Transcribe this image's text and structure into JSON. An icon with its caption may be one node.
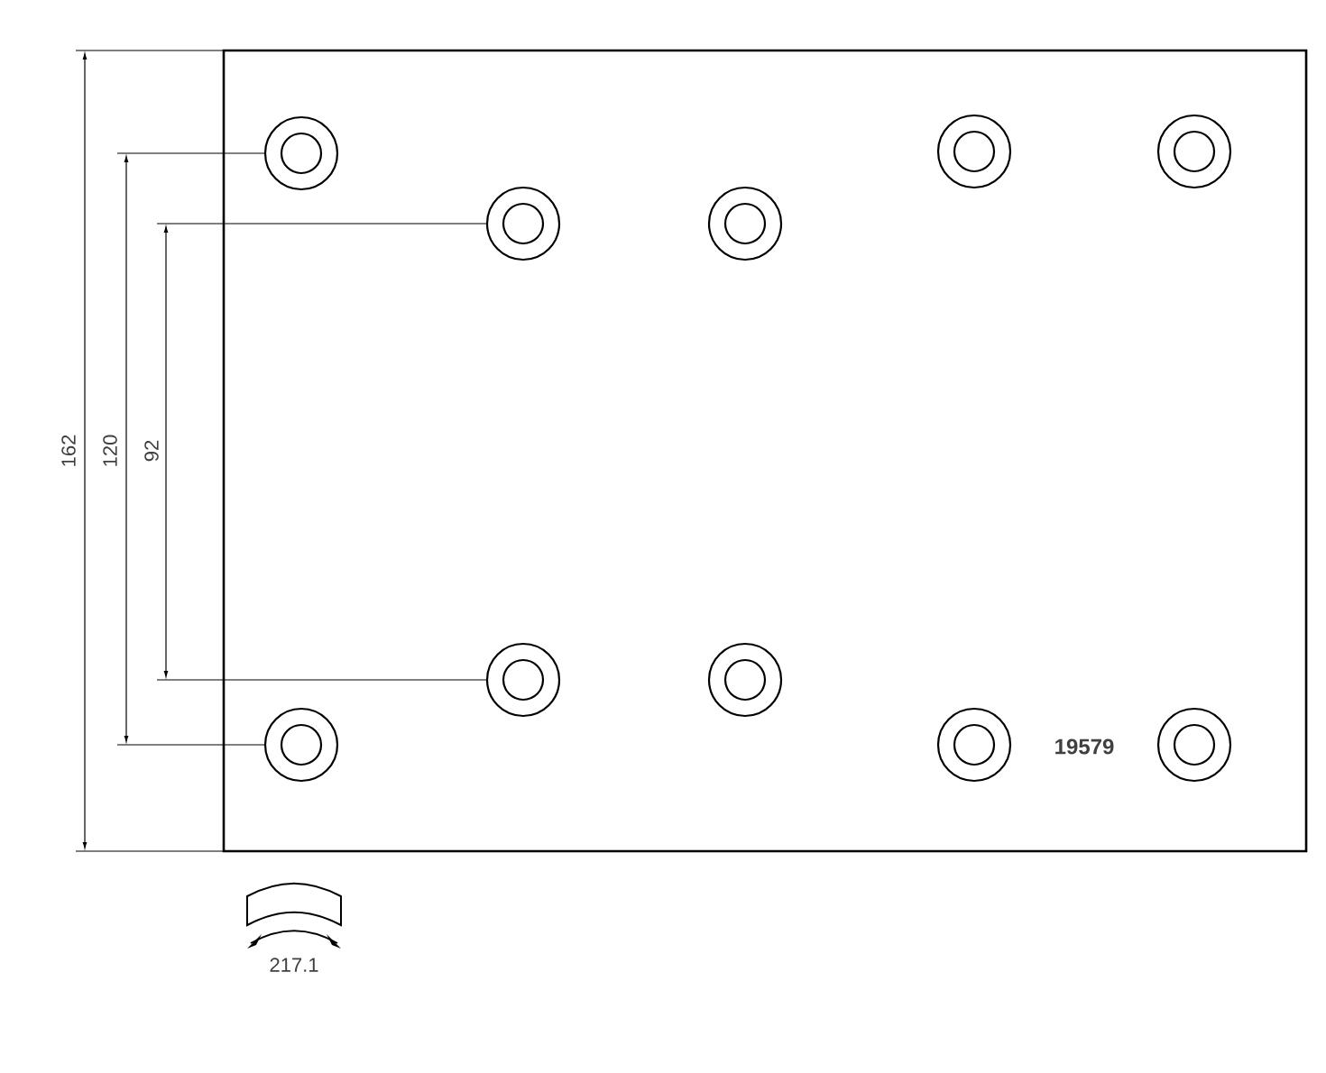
{
  "diagram": {
    "labels": [
      "162",
      "120",
      "92",
      "19579",
      "217.1"
    ]
  }
}
